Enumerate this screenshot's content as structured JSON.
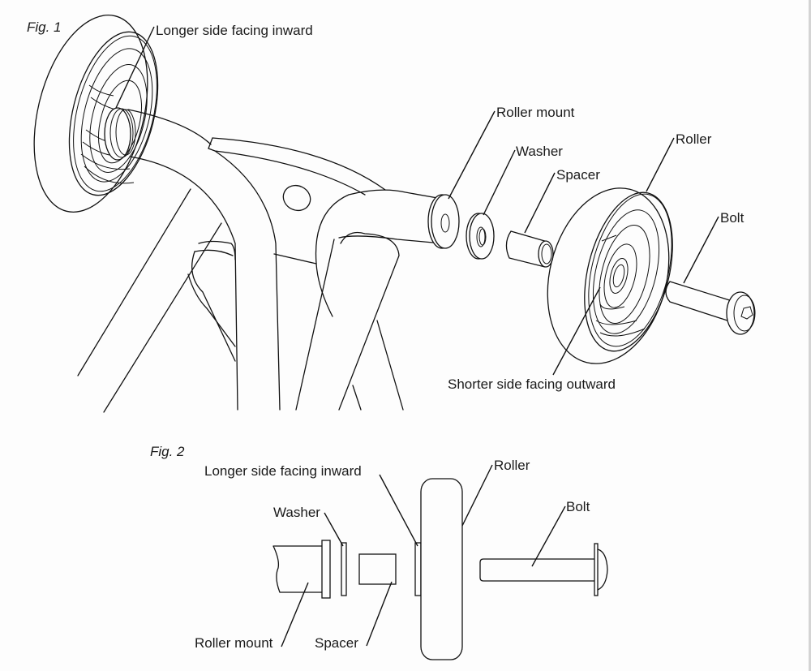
{
  "figures": [
    {
      "id": "fig1",
      "title": "Fig. 1",
      "description": "Exploded isometric view of roller assembly on frame",
      "labels": {
        "longer_side": "Longer side facing inward",
        "roller_mount": "Roller mount",
        "washer": "Washer",
        "spacer": "Spacer",
        "roller": "Roller",
        "bolt": "Bolt",
        "shorter_side": "Shorter side facing outward"
      }
    },
    {
      "id": "fig2",
      "title": "Fig. 2",
      "description": "Side section view of roller assembly order",
      "labels": {
        "longer_side": "Longer side facing inward",
        "roller": "Roller",
        "washer": "Washer",
        "bolt": "Bolt",
        "roller_mount": "Roller mount",
        "spacer": "Spacer"
      }
    }
  ],
  "assembly_order": [
    "Roller mount",
    "Washer",
    "Spacer",
    "Roller",
    "Bolt"
  ]
}
